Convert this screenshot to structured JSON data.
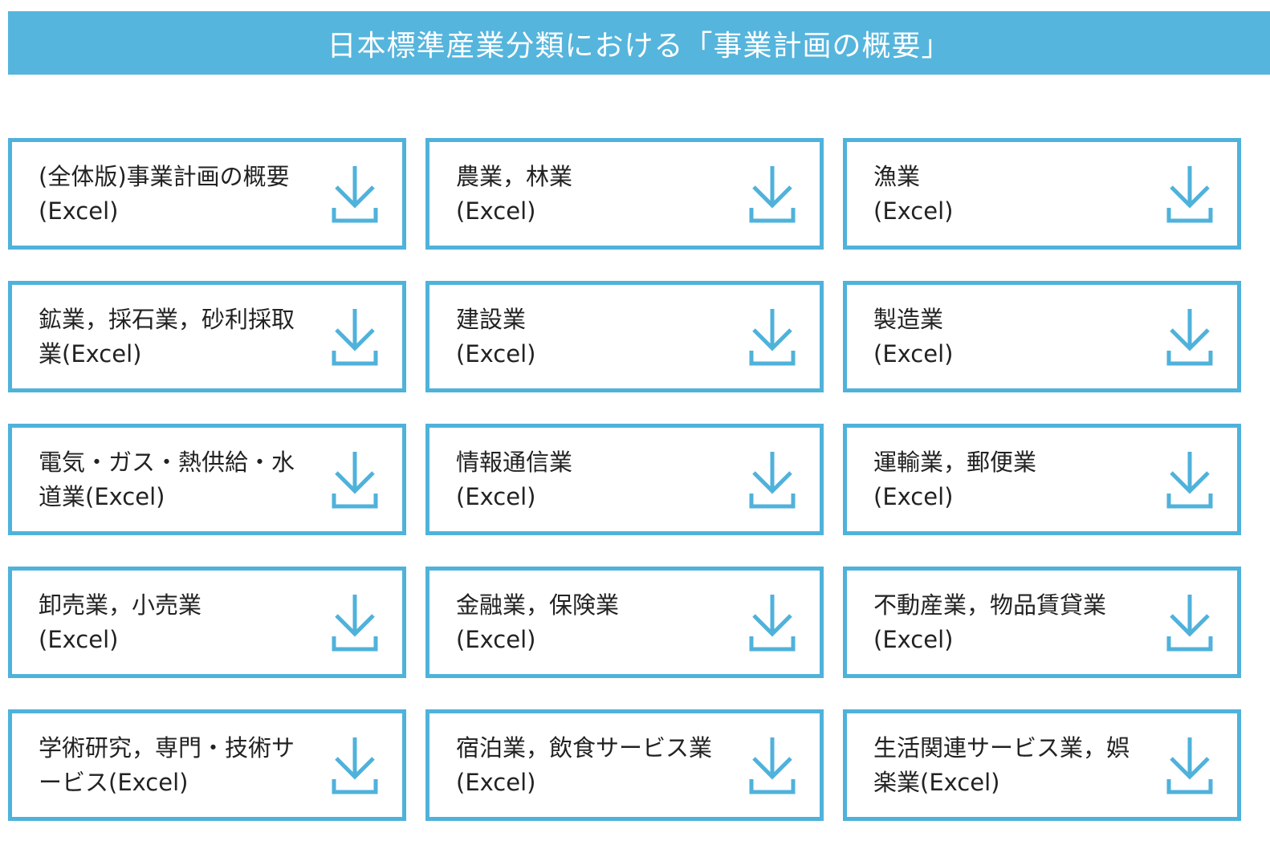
{
  "header": {
    "title": "日本標準産業分類における「事業計画の概要」"
  },
  "colors": {
    "accent": "#55b5dd",
    "border": "#4fb2db",
    "icon": "#4fb2db"
  },
  "cards": [
    {
      "label": "(全体版)事業計画の概要\n(Excel)",
      "icon": "download-icon"
    },
    {
      "label": "農業，林業\n(Excel)",
      "icon": "download-icon"
    },
    {
      "label": "漁業\n(Excel)",
      "icon": "download-icon"
    },
    {
      "label": "鉱業，採石業，砂利採取\n業(Excel)",
      "icon": "download-icon"
    },
    {
      "label": "建設業\n(Excel)",
      "icon": "download-icon"
    },
    {
      "label": "製造業\n(Excel)",
      "icon": "download-icon"
    },
    {
      "label": "電気・ガス・熱供給・水\n道業(Excel)",
      "icon": "download-icon"
    },
    {
      "label": "情報通信業\n(Excel)",
      "icon": "download-icon"
    },
    {
      "label": "運輸業，郵便業\n(Excel)",
      "icon": "download-icon"
    },
    {
      "label": "卸売業，小売業\n(Excel)",
      "icon": "download-icon"
    },
    {
      "label": "金融業，保険業\n(Excel)",
      "icon": "download-icon"
    },
    {
      "label": "不動産業，物品賃貸業\n(Excel)",
      "icon": "download-icon"
    },
    {
      "label": "学術研究，専門・技術サ\nービス(Excel)",
      "icon": "download-icon"
    },
    {
      "label": "宿泊業，飲食サービス業\n(Excel)",
      "icon": "download-icon"
    },
    {
      "label": "生活関連サービス業，娯\n楽業(Excel)",
      "icon": "download-icon"
    }
  ]
}
